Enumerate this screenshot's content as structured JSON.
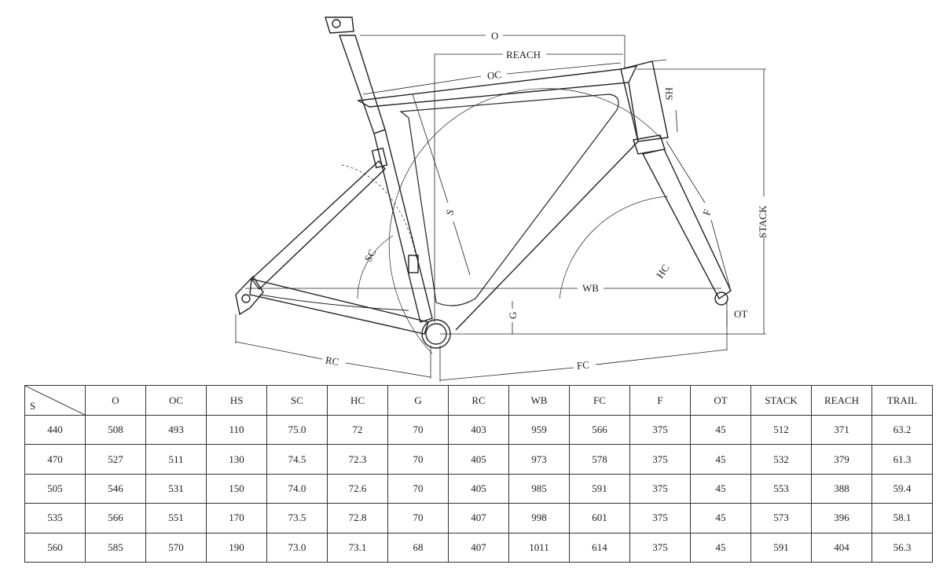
{
  "diagram": {
    "labels": {
      "o": "O",
      "reach": "REACH",
      "oc": "OC",
      "hs": "HS",
      "stack": "STACK",
      "s": "S",
      "f": "F",
      "sc": "SC",
      "hc": "HC",
      "wb": "WB",
      "g": "G",
      "ot": "OT",
      "rc": "RC",
      "fc": "FC"
    }
  },
  "table": {
    "corner_label": "S",
    "headers": [
      "O",
      "OC",
      "HS",
      "SC",
      "HC",
      "G",
      "RC",
      "WB",
      "FC",
      "F",
      "OT",
      "STACK",
      "REACH",
      "TRAIL"
    ],
    "rows": [
      {
        "size": "440",
        "cells": [
          "508",
          "493",
          "110",
          "75.0",
          "72",
          "70",
          "403",
          "959",
          "566",
          "375",
          "45",
          "512",
          "371",
          "63.2"
        ]
      },
      {
        "size": "470",
        "cells": [
          "527",
          "511",
          "130",
          "74.5",
          "72.3",
          "70",
          "405",
          "973",
          "578",
          "375",
          "45",
          "532",
          "379",
          "61.3"
        ]
      },
      {
        "size": "505",
        "cells": [
          "546",
          "531",
          "150",
          "74.0",
          "72.6",
          "70",
          "405",
          "985",
          "591",
          "375",
          "45",
          "553",
          "388",
          "59.4"
        ]
      },
      {
        "size": "535",
        "cells": [
          "566",
          "551",
          "170",
          "73.5",
          "72.8",
          "70",
          "407",
          "998",
          "601",
          "375",
          "45",
          "573",
          "396",
          "58.1"
        ]
      },
      {
        "size": "560",
        "cells": [
          "585",
          "570",
          "190",
          "73.0",
          "73.1",
          "68",
          "407",
          "1011",
          "614",
          "375",
          "45",
          "591",
          "404",
          "56.3"
        ]
      }
    ]
  }
}
